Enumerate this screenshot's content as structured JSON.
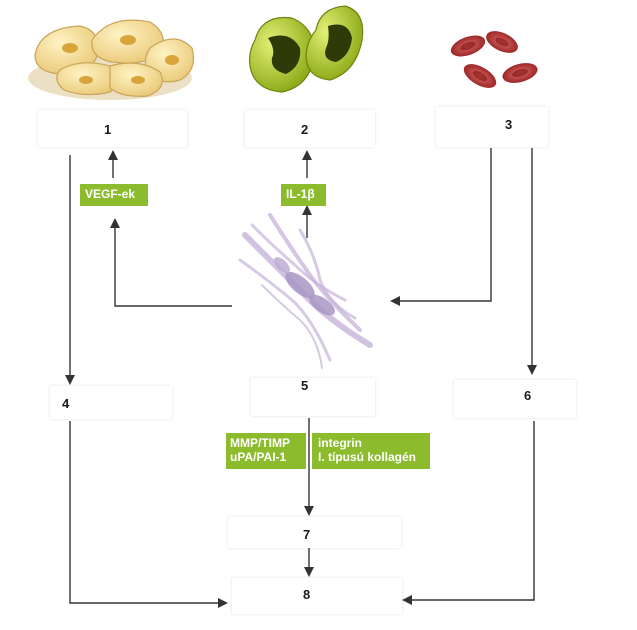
{
  "labels": {
    "n1": "1",
    "n2": "2",
    "n3": "3",
    "n4": "4",
    "n5": "5",
    "n6": "6",
    "n7": "7",
    "n8": "8"
  },
  "tags": {
    "vegf": "VEGF-ek",
    "il1b": "IL-1β",
    "mmp_line1": "MMP/TIMP",
    "mmp_line2": "uPA/PAI-1",
    "integrin_line1": "integrin",
    "integrin_line2": "I. típusú kollagén"
  },
  "colors": {
    "tag_green": "#8cbc2e",
    "arrow": "#333333",
    "cell_epithelial": "#f2dc8e",
    "cell_macrophage": "#a8c81e",
    "cell_erythrocyte": "#b02a2a",
    "cell_fibroblast": "#c9b8d8"
  },
  "icons": {
    "epithelial": "epithelial-cells-icon",
    "macrophage": "macrophage-cells-icon",
    "erythrocyte": "red-blood-cells-icon",
    "fibroblast": "fibroblast-cells-icon"
  }
}
